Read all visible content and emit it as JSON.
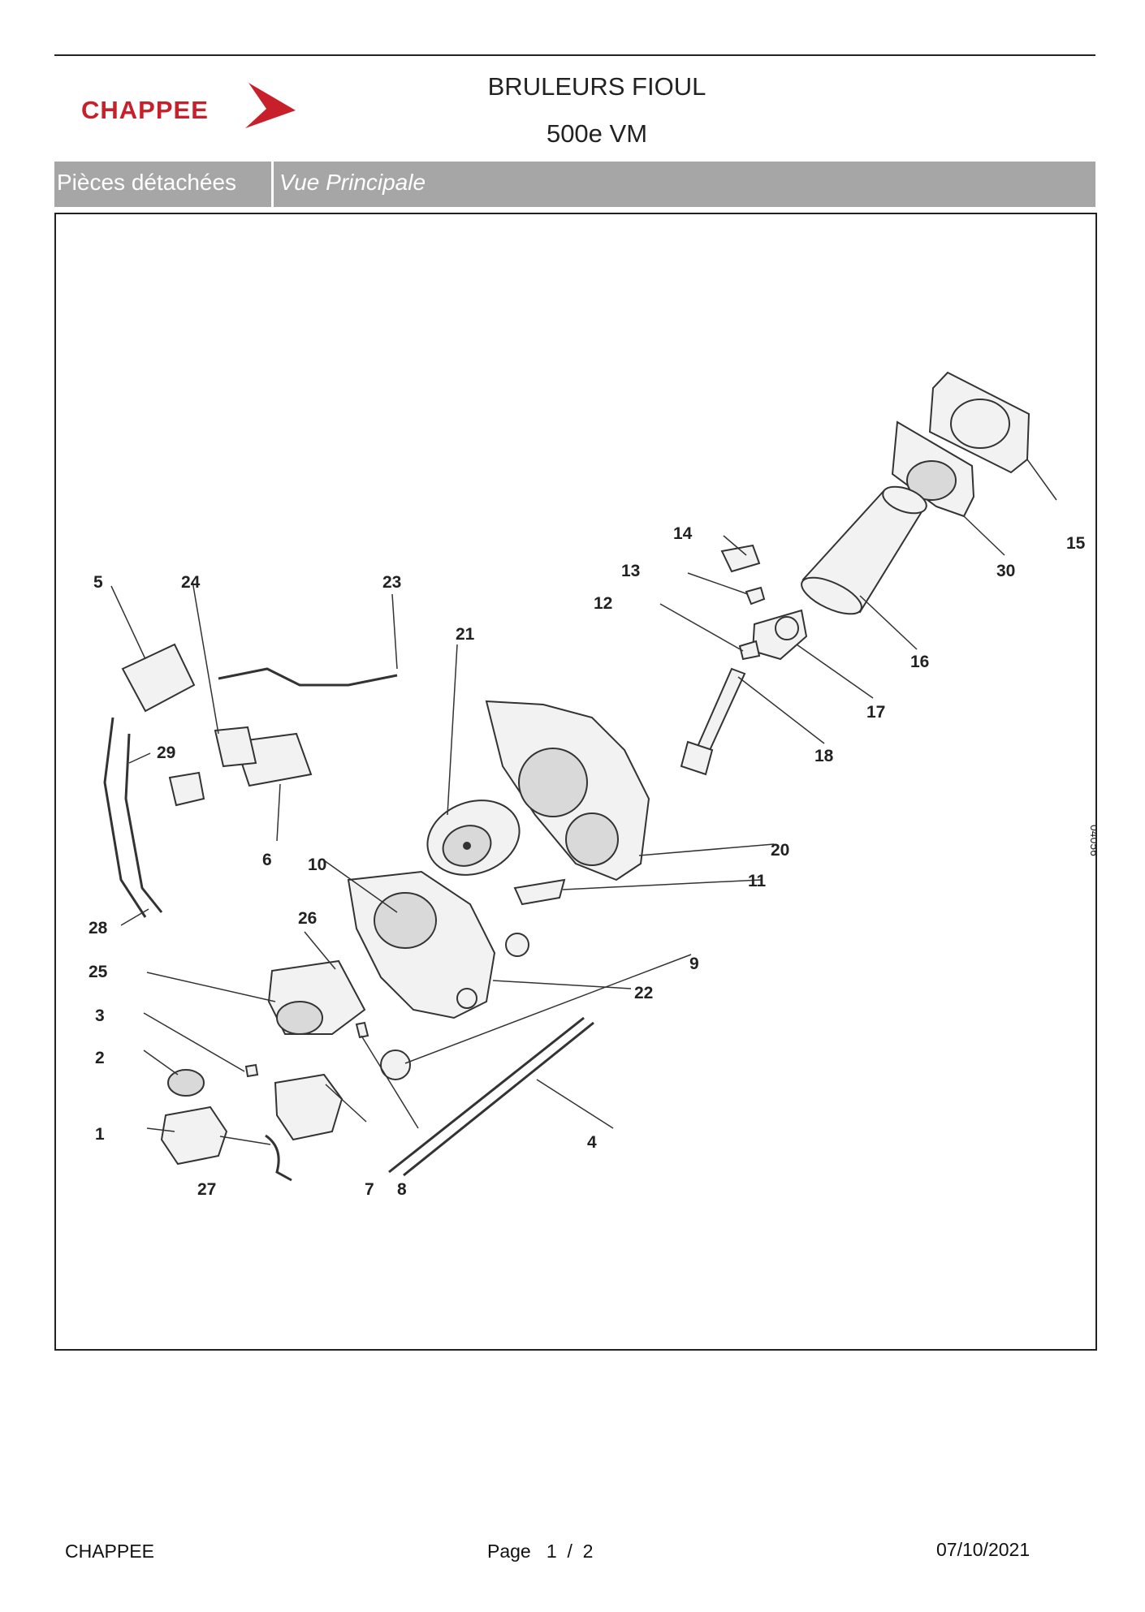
{
  "brand": {
    "name": "CHAPPEE",
    "accent_color": "#c8202a"
  },
  "header": {
    "title": "BRULEURS FIOUL",
    "model": "500e VM"
  },
  "section_band": {
    "category": "Pièces détachées",
    "view": "Vue Principale"
  },
  "diagram": {
    "drawing_code": "04056",
    "callouts": [
      "1",
      "2",
      "3",
      "4",
      "5",
      "6",
      "7",
      "8",
      "9",
      "10",
      "11",
      "12",
      "13",
      "14",
      "15",
      "16",
      "17",
      "18",
      "20",
      "21",
      "22",
      "23",
      "24",
      "25",
      "26",
      "27",
      "28",
      "29",
      "30"
    ]
  },
  "footer": {
    "left": "CHAPPEE",
    "page": "Page   1  /  2",
    "date": "07/10/2021"
  }
}
